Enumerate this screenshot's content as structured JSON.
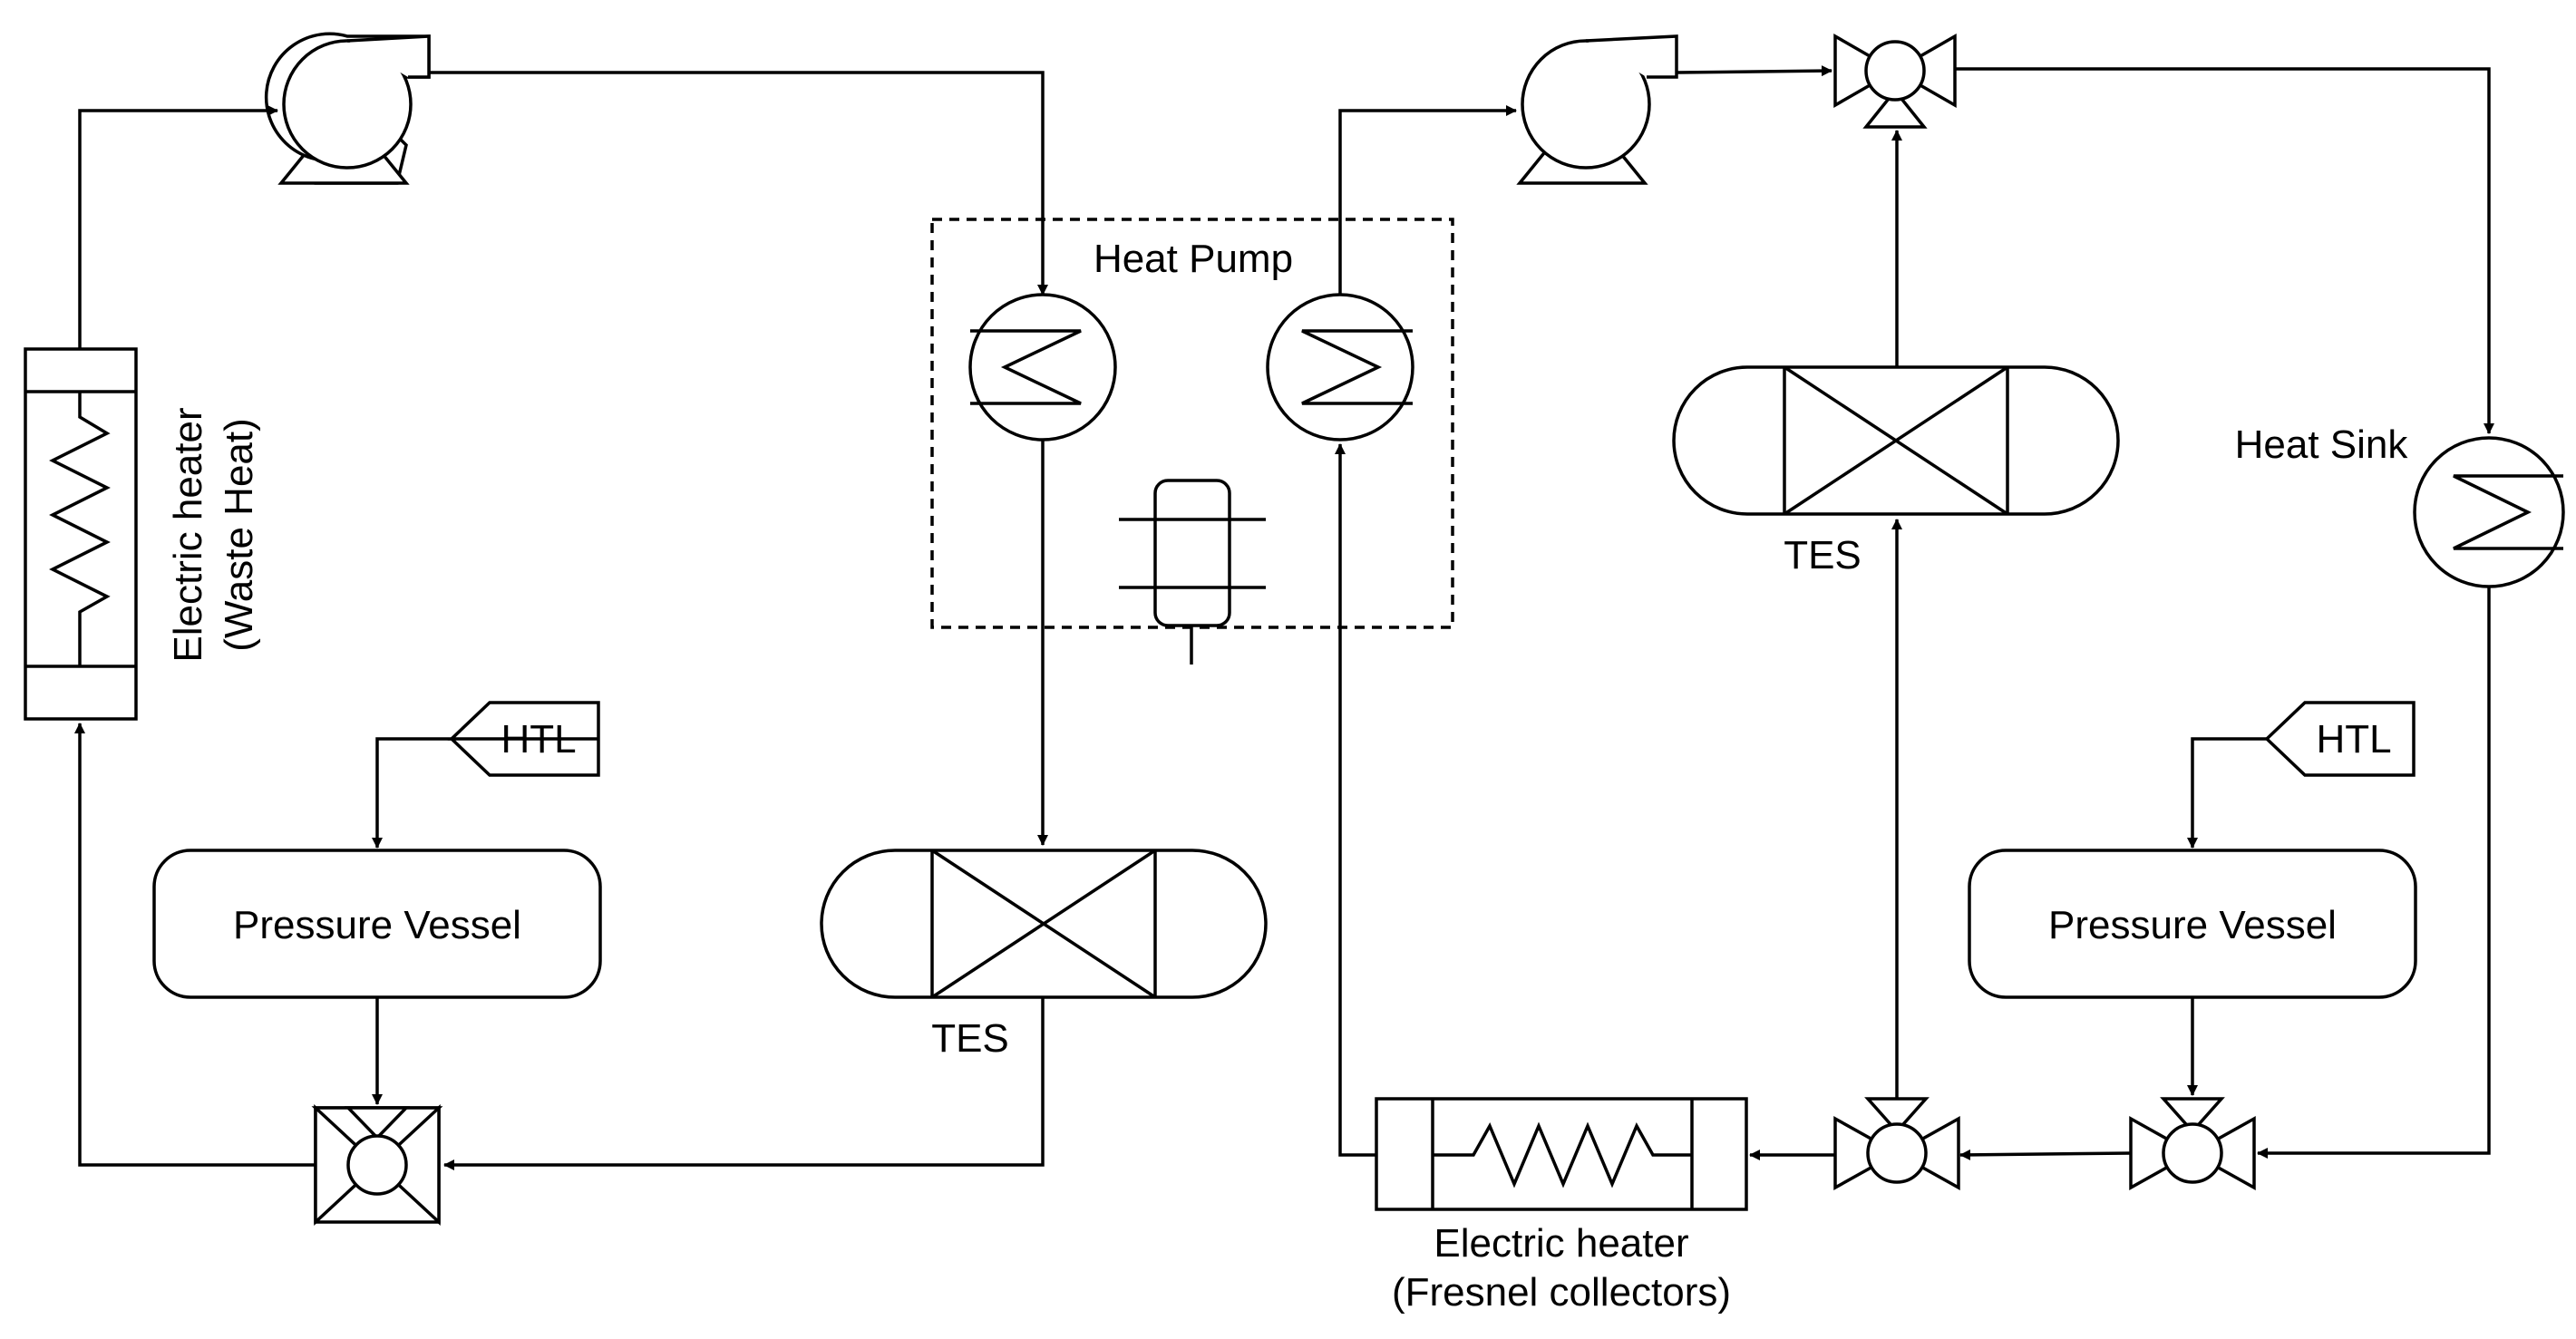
{
  "labels": {
    "heat_pump": "Heat Pump",
    "heat_sink": "Heat Sink",
    "tes_left": "TES",
    "tes_right": "TES",
    "htl_left": "HTL",
    "htl_right": "HTL",
    "pressure_vessel_left": "Pressure Vessel",
    "pressure_vessel_right": "Pressure Vessel",
    "electric_heater_left_line1": "Electric heater",
    "electric_heater_left_line2": "(Waste Heat)",
    "electric_heater_bottom_line1": "Electric heater",
    "electric_heater_bottom_line2": "(Fresnel collectors)"
  }
}
